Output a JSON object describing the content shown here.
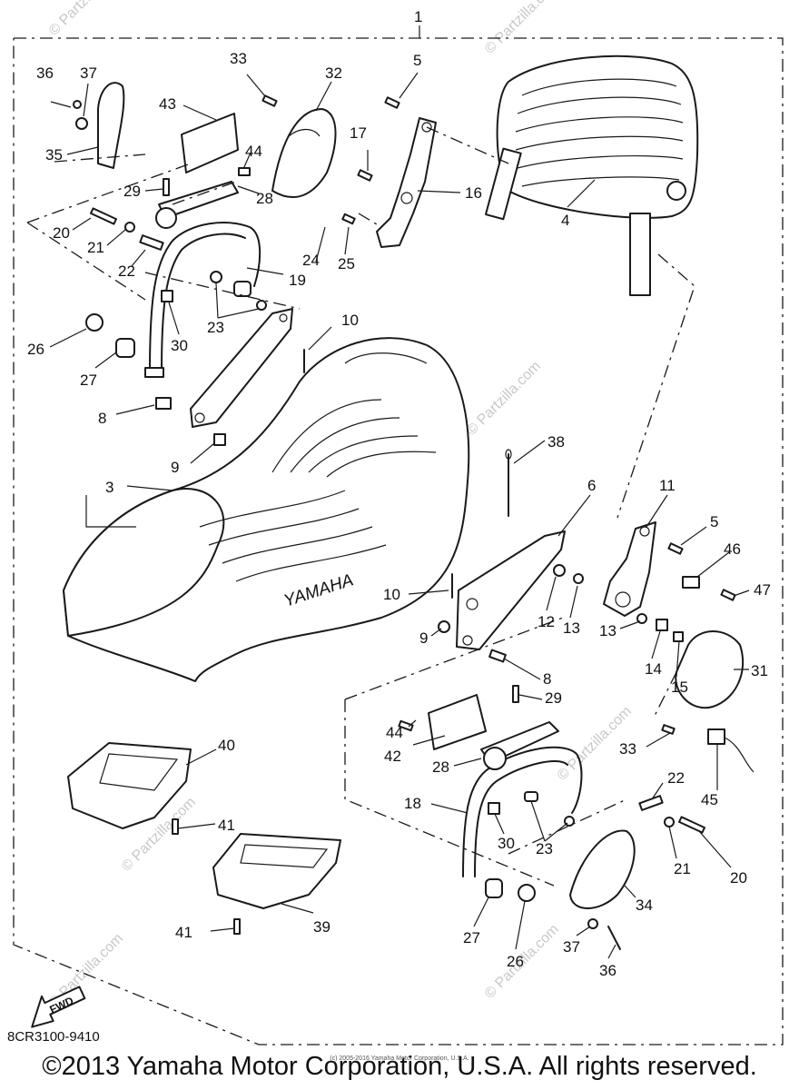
{
  "assembly_number": "1",
  "drawing_code": "8CR3100-9410",
  "fwd_label": "FWD",
  "copyright": "©2013 Yamaha Motor Corporation, U.S.A. All rights reserved.",
  "copyright_small": "(c) 2005-2016 Yamaha Motor Corporation, U.S.A.",
  "watermark": "© Partzilla.com",
  "seat_brand": "YAMAHA",
  "callouts": [
    "36",
    "37",
    "35",
    "43",
    "33",
    "32",
    "5",
    "17",
    "16",
    "4",
    "44",
    "28",
    "29",
    "20",
    "21",
    "22",
    "19",
    "24",
    "25",
    "23",
    "30",
    "26",
    "27",
    "10",
    "8",
    "9",
    "38",
    "3",
    "6",
    "11",
    "5",
    "46",
    "47",
    "10",
    "12",
    "13",
    "9",
    "13",
    "14",
    "15",
    "31",
    "8",
    "29",
    "44",
    "42",
    "28",
    "33",
    "45",
    "40",
    "41",
    "18",
    "30",
    "23",
    "22",
    "21",
    "20",
    "41",
    "39",
    "27",
    "26",
    "34",
    "37",
    "36"
  ],
  "colors": {
    "ink": "#1a1a1a",
    "background": "#ffffff",
    "watermark": "#c8c8c8"
  }
}
